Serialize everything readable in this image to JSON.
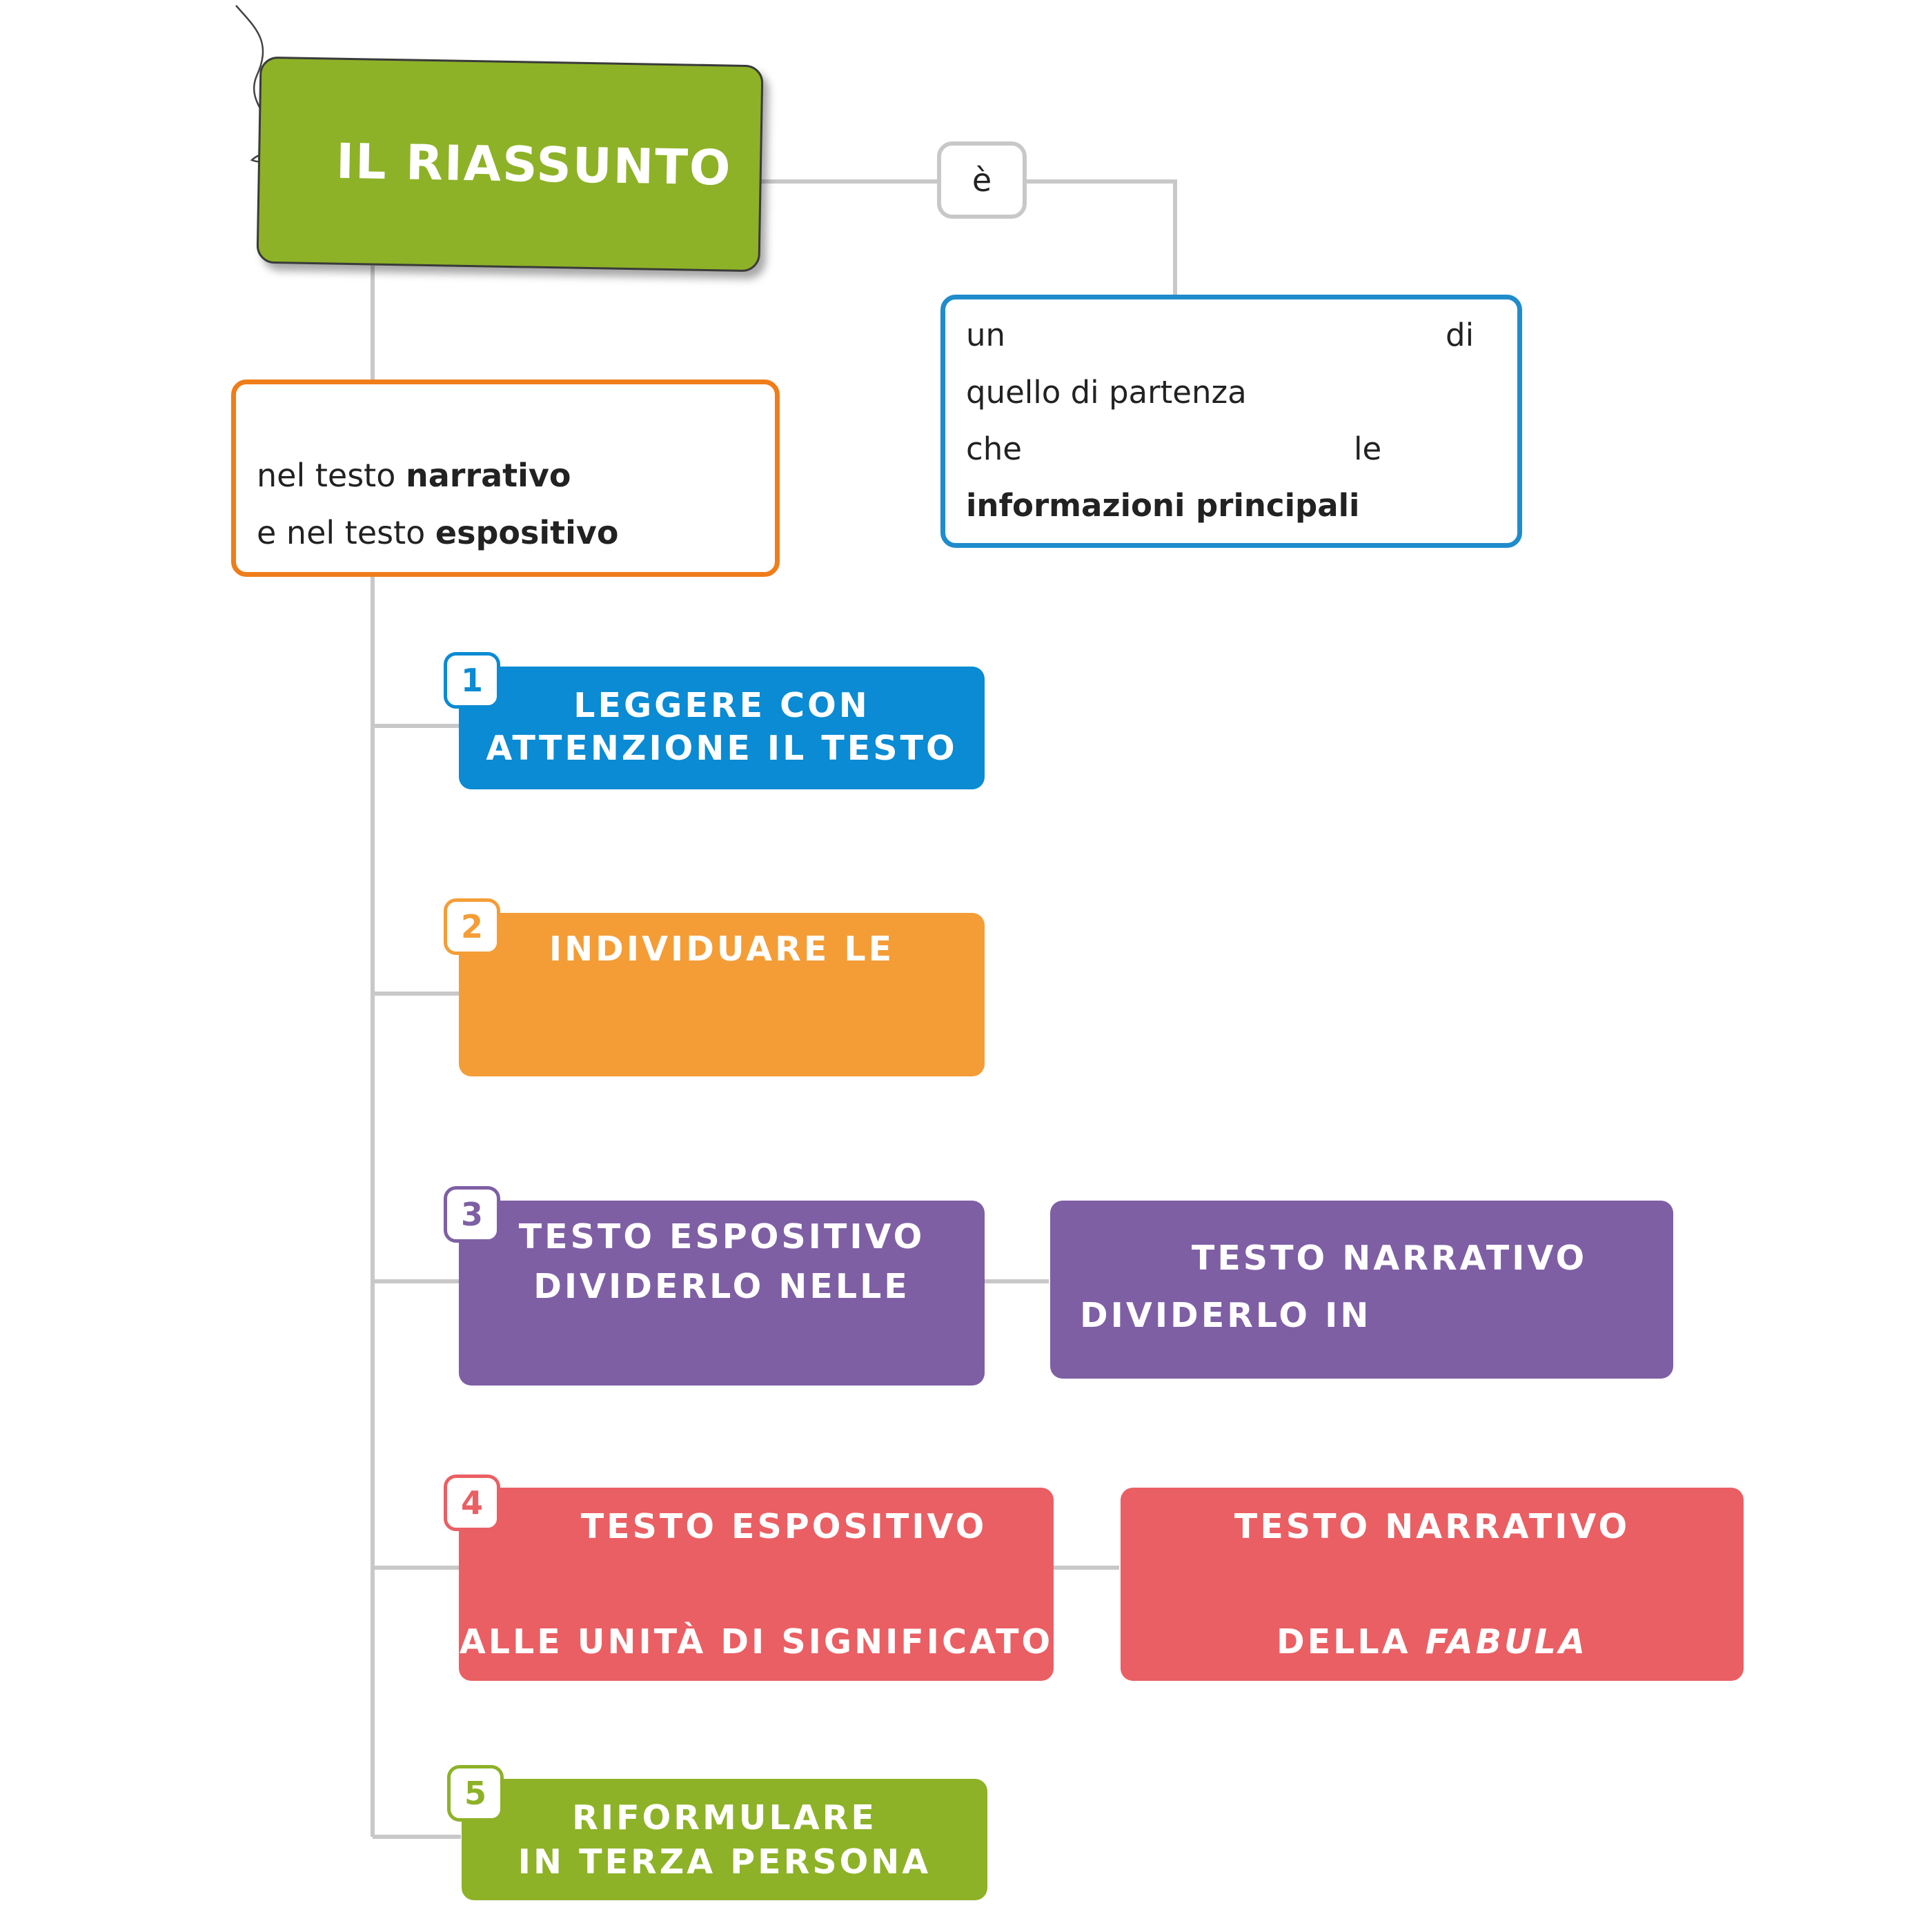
{
  "title": "IL RIASSUNTO",
  "link_label": "è",
  "definition": {
    "line1_start": "un",
    "line1_end": "di",
    "line2": "quello di partenza",
    "line3_start": "che",
    "line3_end": "le",
    "line4": "informazioni principali"
  },
  "usage": {
    "line1_prefix": "nel testo ",
    "line1_bold": "narrativo",
    "line2_prefix": "e nel testo ",
    "line2_bold": "espositivo"
  },
  "steps": [
    {
      "number": "1",
      "line1": "LEGGERE CON",
      "line2": "ATTENZIONE IL TESTO"
    },
    {
      "number": "2",
      "line1": "INDIVIDUARE LE"
    },
    {
      "number": "3",
      "line1": "TESTO ESPOSITIVO",
      "line2": "DIVIDERLO NELLE",
      "side": {
        "line1": "TESTO NARRATIVO",
        "line2": "DIVIDERLO IN"
      }
    },
    {
      "number": "4",
      "line1": "TESTO ESPOSITIVO",
      "line2": "ALLE  UNITÀ DI SIGNIFICATO",
      "side": {
        "line1": "TESTO NARRATIVO",
        "line2_prefix": "DELLA ",
        "line2_italic": "FABULA"
      }
    },
    {
      "number": "5",
      "line1": "RIFORMULARE",
      "line2": "IN TERZA PERSONA"
    }
  ],
  "colors": {
    "title_green": "#8db227",
    "step1_blue": "#0a8bd3",
    "step2_orange": "#f49d36",
    "step3_purple": "#7e5fa4",
    "step4_red": "#ea5f63",
    "step5_green": "#8db227",
    "definition_border": "#1f8ccb",
    "usage_border": "#ef7d1a",
    "connector_gray": "#c8c8c8"
  }
}
